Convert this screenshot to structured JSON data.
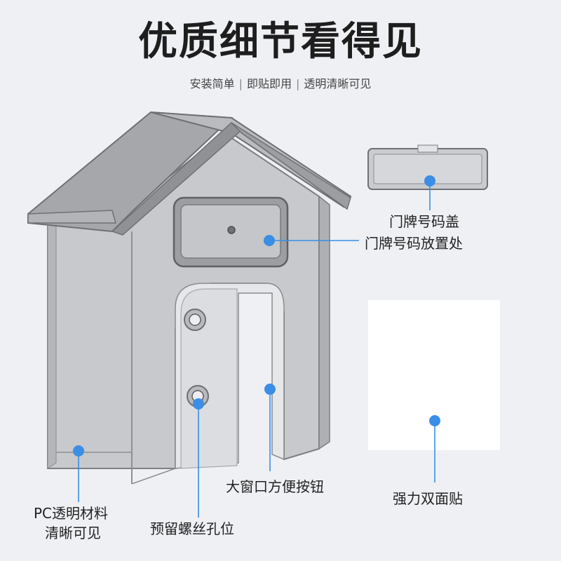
{
  "header": {
    "title": "优质细节看得见",
    "features": [
      "安装简单",
      "即贴即用",
      "透明清晰可见"
    ],
    "separator": "|"
  },
  "callouts": {
    "plate_cover": "门牌号码盖",
    "plate_slot": "门牌号码放置处",
    "material_line1": "PC透明材料",
    "material_line2": "清晰可见",
    "screw_holes": "预留螺丝孔位",
    "big_window": "大窗口方便按钮",
    "tape": "强力双面贴"
  },
  "colors": {
    "accent": "#3a8ee6",
    "background": "#eef0f4",
    "house_body": "#c8c9cc",
    "tape": "#ffffff"
  }
}
